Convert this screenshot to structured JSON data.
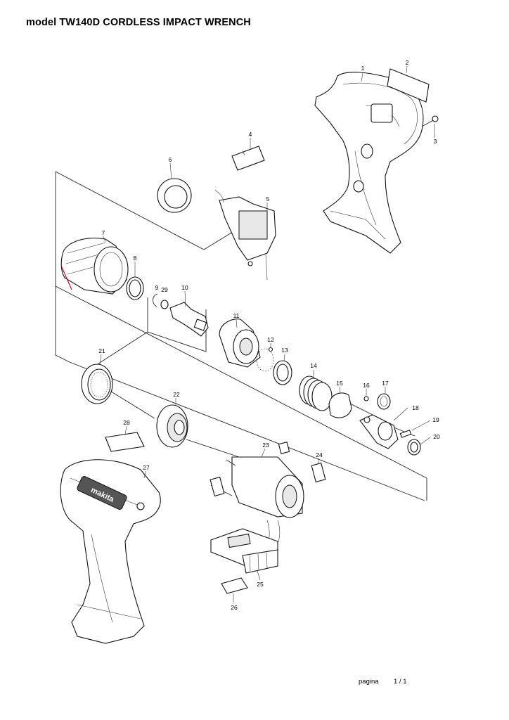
{
  "header": {
    "title": "model TW140D  CORDLESS IMPACT WRENCH"
  },
  "footer": {
    "page_label": "pagina",
    "page_number": "1 / 1"
  },
  "callouts": [
    {
      "label": "1"
    },
    {
      "label": "2"
    },
    {
      "label": "3"
    },
    {
      "label": "4"
    },
    {
      "label": "5"
    },
    {
      "label": "6"
    },
    {
      "label": "7"
    },
    {
      "label": "8"
    },
    {
      "label": "9"
    },
    {
      "label": "29"
    },
    {
      "label": "10"
    },
    {
      "label": "11"
    },
    {
      "label": "12"
    },
    {
      "label": "13"
    },
    {
      "label": "14"
    },
    {
      "label": "15"
    },
    {
      "label": "16"
    },
    {
      "label": "17"
    },
    {
      "label": "18"
    },
    {
      "label": "19"
    },
    {
      "label": "20"
    },
    {
      "label": "21"
    },
    {
      "label": "22"
    },
    {
      "label": "23"
    },
    {
      "label": "24"
    },
    {
      "label": "25"
    },
    {
      "label": "26"
    },
    {
      "label": "27"
    },
    {
      "label": "28"
    }
  ],
  "logo_text": "makita"
}
